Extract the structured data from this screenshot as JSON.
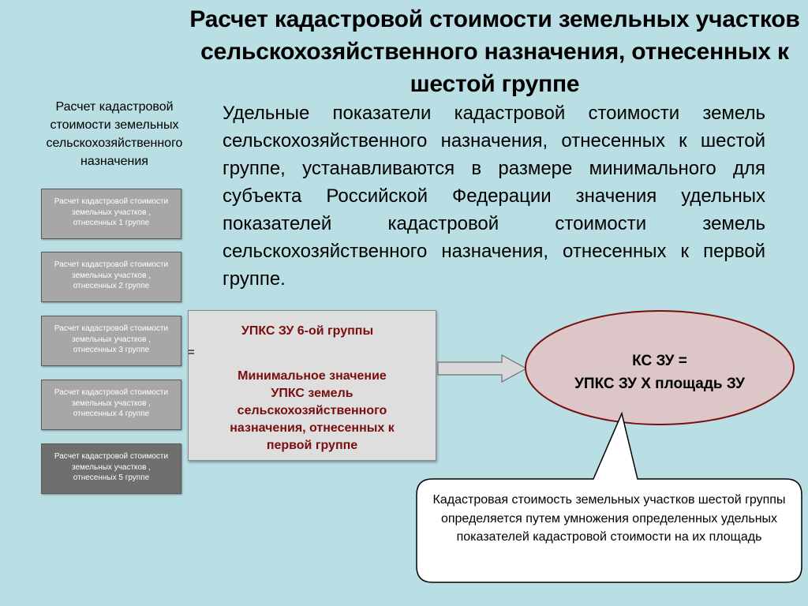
{
  "title": "Расчет кадастровой стоимости земельных участков сельскохозяйственного назначения, отнесенных к шестой группе",
  "left_caption": "Расчет кадастровой стоимости земельных сельскохозяйственного назначения",
  "groups": [
    {
      "label": "Расчет кадастровой стоимости\nземельных участков ,\nотнесенных 1 группе"
    },
    {
      "label": "Расчет кадастровой стоимости\nземельных участков ,\nотнесенных 2 группе"
    },
    {
      "label": "Расчет кадастровой стоимости\nземельных участков ,\nотнесенных 3 группе"
    },
    {
      "label": "Расчет кадастровой стоимости\nземельных участков ,\nотнесенных 4 группе"
    },
    {
      "label": "Расчет кадастровой стоимости\nземельных участков ,\nотнесенных 5 группе"
    }
  ],
  "body_text": "Удельные показатели кадастровой стоимости земель сельскохозяйственного назначения, отнесенных к шестой группе, устанавливаются в размере минимального для субъекта Российской Федерации значения удельных показателей кадастровой стоимости земель сельскохозяйственного назначения, отнесенных к первой группе.",
  "upks": {
    "head": "УПКС ЗУ 6-ой группы",
    "eq": "=",
    "body": "Минимальное значение\nУПКС земель\nсельскохозяйственного\nназначения, отнесенных к\nпервой группе"
  },
  "formula": "КС ЗУ =\nУПКС ЗУ Х площадь ЗУ",
  "callout": "Кадастровая стоимость земельных участков шестой группы определяется путем умножения определенных удельных показателей кадастровой стоимости на их площадь",
  "colors": {
    "background": "#b9dee3",
    "group_box": "#a7a7a7",
    "group_box_selected": "#6f6f6f",
    "upks_text": "#7a0d0d",
    "ellipse_fill": "#dcc6c8",
    "ellipse_border": "#7a0d0d",
    "arrow_fill": "#d8d8d8"
  }
}
